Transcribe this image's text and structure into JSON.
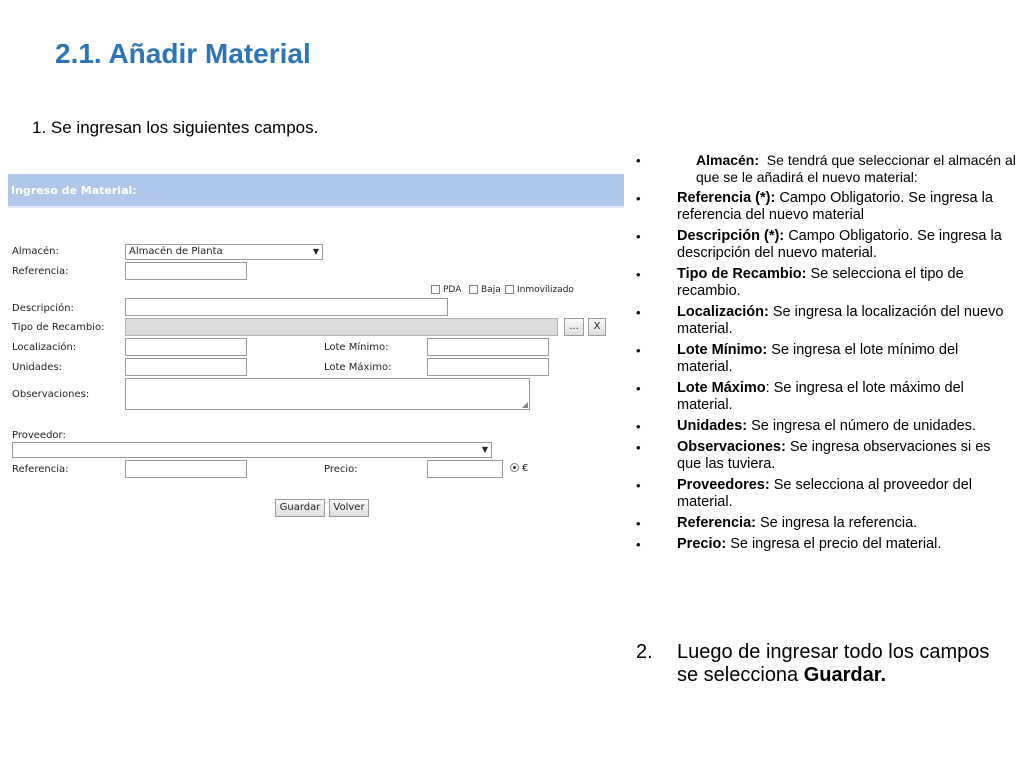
{
  "slide": {
    "title": "2.1. Añadir Material",
    "step1": "1. Se ingresan los siguientes campos."
  },
  "form": {
    "header": "Ingreso de Material:",
    "almacen_label": "Almacén:",
    "almacen_value": "Almacén de Planta",
    "referencia_label": "Referencia:",
    "pda_label": "PDA",
    "baja_label": "Baja",
    "inmovilizado_label": "Inmovilizado",
    "descripcion_label": "Descripción:",
    "tipo_label": "Tipo de Recambio:",
    "browse_label": "...",
    "clear_label": "X",
    "localizacion_label": "Localización:",
    "lote_minimo_label": "Lote Mínimo:",
    "unidades_label": "Unidades:",
    "lote_maximo_label": "Lote Máximo:",
    "observaciones_label": "Observaciones:",
    "proveedor_label": "Proveedor:",
    "ref_prov_label": "Referencia:",
    "precio_label": "Precio:",
    "currency_label": "€",
    "guardar_label": "Guardar",
    "volver_label": "Volver"
  },
  "bullets": [
    {
      "term": "Almacén:",
      "desc": "  Se tendrá que seleccionar el almacén al que se le añadirá el nuevo material:"
    },
    {
      "term": "Referencia (*):",
      "desc": " Campo Obligatorio. Se ingresa la referencia del nuevo material"
    },
    {
      "term": "Descripción (*):",
      "desc": " Campo Obligatorio. Se ingresa la descripción del nuevo material."
    },
    {
      "term": "Tipo de Recambio:",
      "desc": " Se selecciona el tipo de recambio."
    },
    {
      "term": "Localización:",
      "desc": " Se ingresa la localización del nuevo material."
    },
    {
      "term": "Lote Mínimo:",
      "desc": " Se ingresa el lote mínimo del material."
    },
    {
      "term": "Lote Máximo",
      "desc": ": Se ingresa el lote máximo del material."
    },
    {
      "term": "Unidades:",
      "desc": " Se ingresa el número de unidades."
    },
    {
      "term": "Observaciones:",
      "desc": " Se ingresa observaciones si es que las tuviera."
    },
    {
      "term": "Proveedores:",
      "desc": " Se selecciona al proveedor del material."
    },
    {
      "term": "Referencia:",
      "desc": " Se ingresa la referencia."
    },
    {
      "term": "Precio:",
      "desc": " Se ingresa el precio del material."
    }
  ],
  "bullet_glyph": "•",
  "step2": {
    "num": "2.",
    "text": "Luego de ingresar todo los campos se selecciona ",
    "bold": "Guardar."
  },
  "colors": {
    "title": "#2e75b6",
    "form_header": "#aec7ea"
  }
}
